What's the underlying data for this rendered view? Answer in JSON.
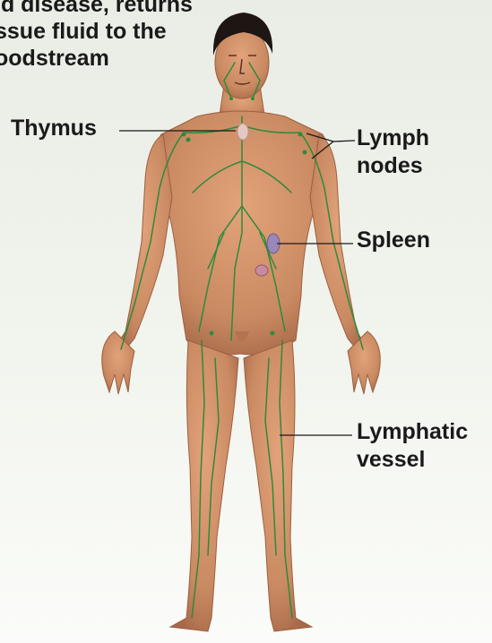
{
  "intro_text": {
    "line1": "ld disease, returns",
    "line2": "ssue fluid to the",
    "line3": "oodstream"
  },
  "labels": {
    "thymus": "Thymus",
    "lymph_nodes_line1": "Lymph",
    "lymph_nodes_line2": "nodes",
    "spleen": "Spleen",
    "lymphatic_vessel_line1": "Lymphatic",
    "lymphatic_vessel_line2": "vessel"
  },
  "colors": {
    "skin": "#c98a62",
    "vessel": "#2f8a3a",
    "thymus": "#e3c9c4",
    "spleen": "#9b86b8",
    "hair": "#1e1612",
    "leader": "#1a1a1a"
  }
}
